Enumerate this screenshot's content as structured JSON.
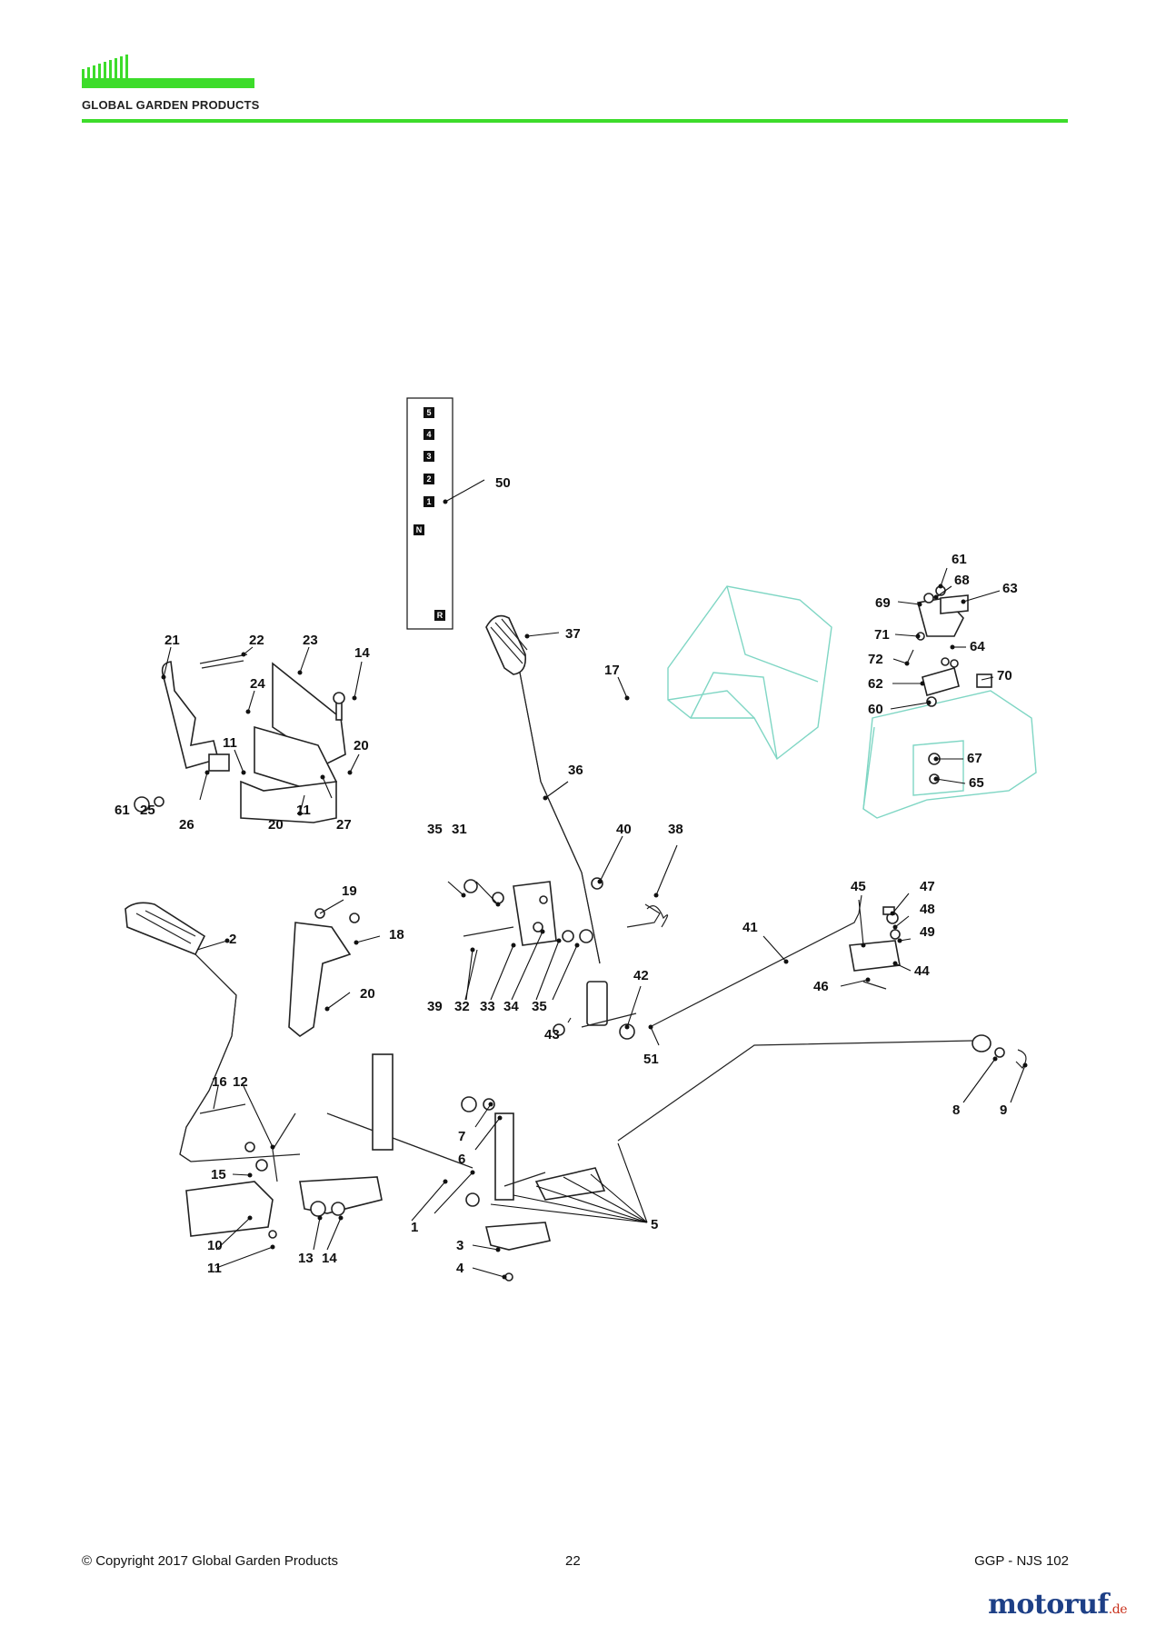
{
  "header": {
    "brand": "GLOBAL GARDEN PRODUCTS",
    "brand_color": "#3ddc2b"
  },
  "gear_plate": [
    "5",
    "4",
    "3",
    "2",
    "1",
    "N",
    "R"
  ],
  "callouts": [
    {
      "id": "c1",
      "label": "1"
    },
    {
      "id": "c2",
      "label": "2"
    },
    {
      "id": "c3",
      "label": "3"
    },
    {
      "id": "c4",
      "label": "4"
    },
    {
      "id": "c5",
      "label": "5"
    },
    {
      "id": "c6",
      "label": "6"
    },
    {
      "id": "c7",
      "label": "7"
    },
    {
      "id": "c8",
      "label": "8"
    },
    {
      "id": "c9",
      "label": "9"
    },
    {
      "id": "c10",
      "label": "10"
    },
    {
      "id": "c11a",
      "label": "11"
    },
    {
      "id": "c11b",
      "label": "11"
    },
    {
      "id": "c11c",
      "label": "11"
    },
    {
      "id": "c12",
      "label": "12"
    },
    {
      "id": "c13",
      "label": "13"
    },
    {
      "id": "c14a",
      "label": "14"
    },
    {
      "id": "c14b",
      "label": "14"
    },
    {
      "id": "c15",
      "label": "15"
    },
    {
      "id": "c16",
      "label": "16"
    },
    {
      "id": "c17",
      "label": "17"
    },
    {
      "id": "c18",
      "label": "18"
    },
    {
      "id": "c19",
      "label": "19"
    },
    {
      "id": "c20a",
      "label": "20"
    },
    {
      "id": "c20b",
      "label": "20"
    },
    {
      "id": "c20c",
      "label": "20"
    },
    {
      "id": "c21",
      "label": "21"
    },
    {
      "id": "c22",
      "label": "22"
    },
    {
      "id": "c23",
      "label": "23"
    },
    {
      "id": "c24",
      "label": "24"
    },
    {
      "id": "c25",
      "label": "25"
    },
    {
      "id": "c26",
      "label": "26"
    },
    {
      "id": "c27",
      "label": "27"
    },
    {
      "id": "c31",
      "label": "31"
    },
    {
      "id": "c32",
      "label": "32"
    },
    {
      "id": "c33",
      "label": "33"
    },
    {
      "id": "c34",
      "label": "34"
    },
    {
      "id": "c35a",
      "label": "35"
    },
    {
      "id": "c35b",
      "label": "35"
    },
    {
      "id": "c36",
      "label": "36"
    },
    {
      "id": "c37",
      "label": "37"
    },
    {
      "id": "c38",
      "label": "38"
    },
    {
      "id": "c39",
      "label": "39"
    },
    {
      "id": "c40",
      "label": "40"
    },
    {
      "id": "c41",
      "label": "41"
    },
    {
      "id": "c42",
      "label": "42"
    },
    {
      "id": "c43",
      "label": "43"
    },
    {
      "id": "c44",
      "label": "44"
    },
    {
      "id": "c45",
      "label": "45"
    },
    {
      "id": "c46",
      "label": "46"
    },
    {
      "id": "c47",
      "label": "47"
    },
    {
      "id": "c48",
      "label": "48"
    },
    {
      "id": "c49",
      "label": "49"
    },
    {
      "id": "c50",
      "label": "50"
    },
    {
      "id": "c51",
      "label": "51"
    },
    {
      "id": "c60",
      "label": "60"
    },
    {
      "id": "c61a",
      "label": "61"
    },
    {
      "id": "c61b",
      "label": "61"
    },
    {
      "id": "c62",
      "label": "62"
    },
    {
      "id": "c63",
      "label": "63"
    },
    {
      "id": "c64",
      "label": "64"
    },
    {
      "id": "c65",
      "label": "65"
    },
    {
      "id": "c67",
      "label": "67"
    },
    {
      "id": "c68",
      "label": "68"
    },
    {
      "id": "c69",
      "label": "69"
    },
    {
      "id": "c70",
      "label": "70"
    },
    {
      "id": "c71",
      "label": "71"
    },
    {
      "id": "c72",
      "label": "72"
    }
  ],
  "footer": {
    "copyright": "© Copyright 2017 Global Garden Products",
    "page_number": "22",
    "doc_code": "GGP - NJS 102"
  },
  "watermark": {
    "name": "motoruf",
    "tld": ".de"
  }
}
